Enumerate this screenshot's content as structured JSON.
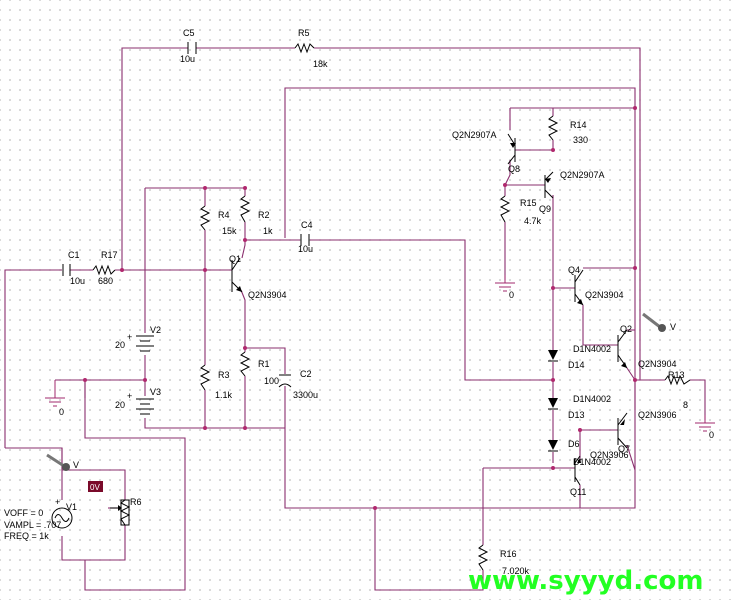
{
  "components": {
    "C5": {
      "ref": "C5",
      "value": "10u"
    },
    "R5": {
      "ref": "R5",
      "value": "18k"
    },
    "R14": {
      "ref": "R14",
      "value": "330"
    },
    "Q8": {
      "ref": "Q8",
      "model": "Q2N2907A"
    },
    "Q9": {
      "ref": "Q9",
      "model": "Q2N2907A"
    },
    "R15": {
      "ref": "R15",
      "value": "4.7k"
    },
    "R4": {
      "ref": "R4",
      "value": "15k"
    },
    "R2": {
      "ref": "R2",
      "value": "1k"
    },
    "C4": {
      "ref": "C4",
      "value": "10u"
    },
    "C1": {
      "ref": "C1",
      "value": "10u"
    },
    "R17": {
      "ref": "R17",
      "value": "680"
    },
    "Q1": {
      "ref": "Q1",
      "model": "Q2N3904"
    },
    "Q4": {
      "ref": "Q4",
      "model": "Q2N3904"
    },
    "V2": {
      "ref": "V2",
      "value": "20"
    },
    "V3": {
      "ref": "V3",
      "value": "20"
    },
    "R3": {
      "ref": "R3",
      "value": "1.1k"
    },
    "R1": {
      "ref": "R1",
      "value": "100"
    },
    "C2": {
      "ref": "C2",
      "value": "3300u"
    },
    "Q2": {
      "ref": "Q2",
      "model": "Q2N3904"
    },
    "D14": {
      "ref": "D14",
      "model": "D1N4002"
    },
    "D13": {
      "ref": "D13",
      "model": "D1N4002"
    },
    "D6": {
      "ref": "D6",
      "model": "D1N4002"
    },
    "R13": {
      "ref": "R13",
      "value": "8"
    },
    "Q7": {
      "ref": "Q7",
      "model": "Q2N3906"
    },
    "Q11": {
      "ref": "Q11",
      "model": "Q2N3906"
    },
    "R6": {
      "ref": "R6"
    },
    "V1": {
      "ref": "V1",
      "voff": "VOFF = 0",
      "vampl": "VAMPL = .707",
      "freq": "FREQ = 1k"
    },
    "R16": {
      "ref": "R16",
      "value": "7.020k"
    }
  },
  "grounds": {
    "g1": "0",
    "g2": "0",
    "g3": "0"
  },
  "markers": {
    "m1": "V",
    "m2": "V",
    "bias": "0V"
  },
  "watermark": "www.syyyd.com",
  "colors": {
    "wire": "#8a2f6e",
    "junction": "#b0286e",
    "watermark": "#22ff22",
    "grid": "#b8b8b8"
  }
}
